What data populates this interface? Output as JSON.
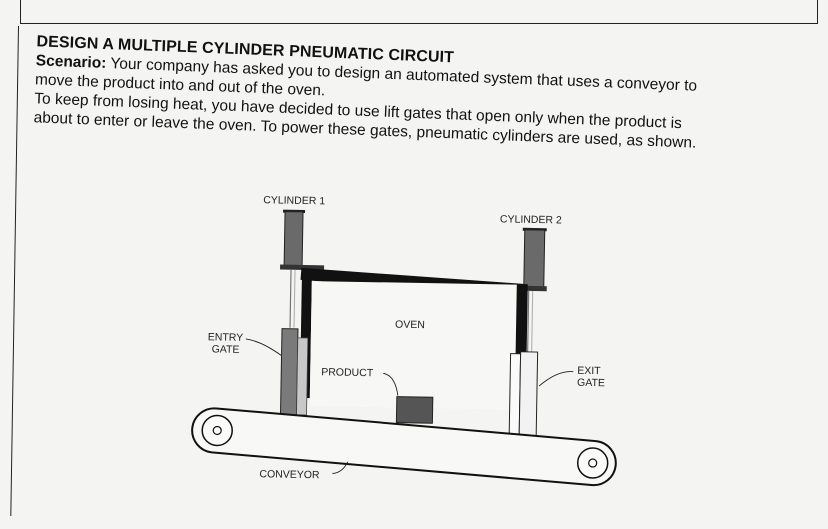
{
  "document": {
    "heading": "DESIGN A MULTIPLE CYLINDER PNEUMATIC CIRCUIT",
    "scenario_label": "Scenario:",
    "lines": [
      " Your company has asked you to design an automated system that uses a conveyor to",
      "move the product into and out of the oven.",
      "To keep from losing heat, you have decided to use lift gates that open only when the product is",
      "about to enter or leave the oven. To power these gates, pneumatic cylinders are used, as shown."
    ]
  },
  "diagram": {
    "cylinder_1": "CYLINDER 1",
    "cylinder_2": "CYLINDER 2",
    "oven": "OVEN",
    "entry_gate": [
      "ENTRY",
      "GATE"
    ],
    "exit_gate": [
      "EXIT",
      "GATE"
    ],
    "product": "PRODUCT",
    "conveyor": "CONVEYOR"
  }
}
